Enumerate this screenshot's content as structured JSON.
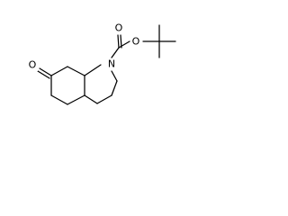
{
  "molecule": {
    "atoms": {
      "n1": "N",
      "o_carbonyl": "O",
      "o_ester": "O",
      "o_ketone": "O"
    }
  }
}
